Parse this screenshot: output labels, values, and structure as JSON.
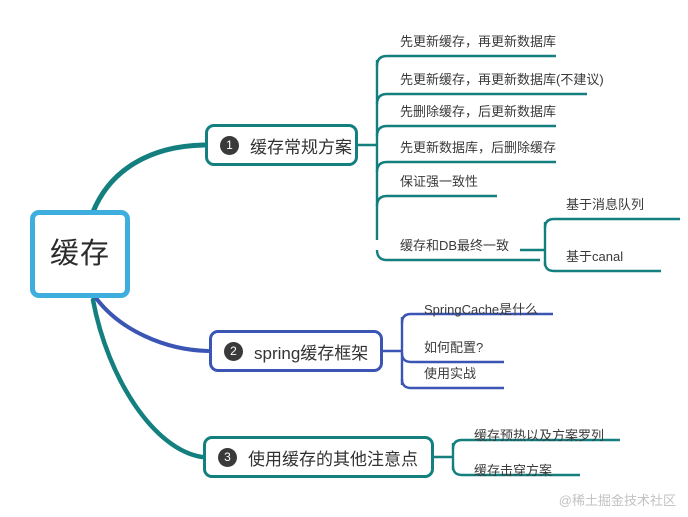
{
  "root": {
    "label": "缓存",
    "color": "#3daedd"
  },
  "colors": {
    "teal": "#137f7f",
    "indigo": "#3b55b5",
    "sky": "#3daedd",
    "badge": "#3a3a3a",
    "text": "#3a3a3a"
  },
  "branches": [
    {
      "badge": "1",
      "label": "缓存常规方案",
      "color": "#137f7f",
      "leaves": [
        {
          "label": "先更新缓存，再更新数据库"
        },
        {
          "label": "先更新缓存，再更新数据库(不建议)"
        },
        {
          "label": "先删除缓存，后更新数据库"
        },
        {
          "label": "先更新数据库，后删除缓存"
        },
        {
          "label": "保证强一致性"
        },
        {
          "label": "缓存和DB最终一致",
          "children": [
            {
              "label": "基于消息队列"
            },
            {
              "label": "基于canal"
            }
          ]
        }
      ]
    },
    {
      "badge": "2",
      "label": "spring缓存框架",
      "color": "#3b55b5",
      "leaves": [
        {
          "label": "SpringCache是什么"
        },
        {
          "label": "如何配置?"
        },
        {
          "label": "使用实战"
        }
      ]
    },
    {
      "badge": "3",
      "label": "使用缓存的其他注意点",
      "color": "#137f7f",
      "leaves": [
        {
          "label": "缓存预热以及方案罗列"
        },
        {
          "label": "缓存击穿方案"
        }
      ]
    }
  ],
  "watermark": "@稀土掘金技术社区"
}
